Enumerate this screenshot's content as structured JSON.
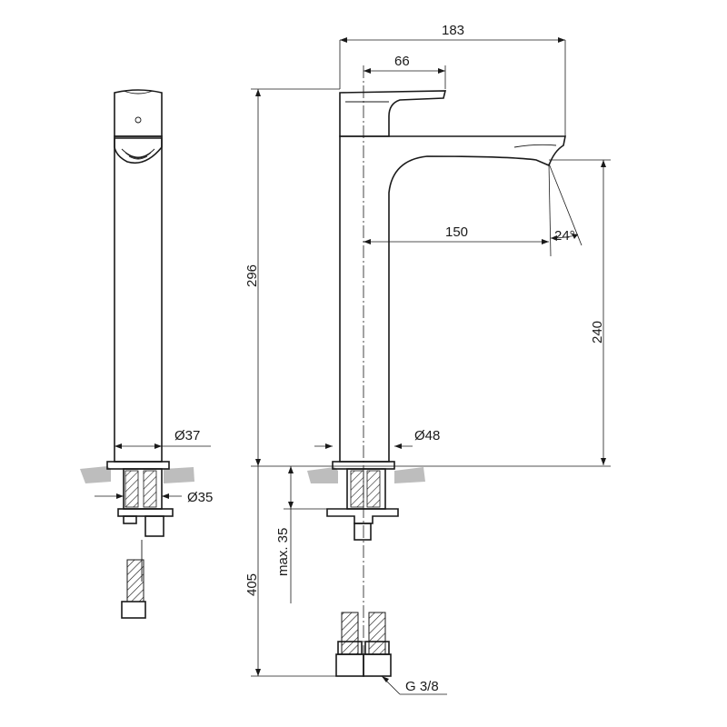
{
  "dimensions": {
    "total_width": "183",
    "lever_length": "66",
    "spout_reach": "150",
    "spray_angle": "24°",
    "spout_height": "240",
    "total_height": "296",
    "base_diameter_side": "Ø37",
    "thread_diameter": "Ø35",
    "base_diameter_front": "Ø48",
    "max_counter_thickness": "max. 35",
    "hose_length": "405",
    "hose_connection": "G 3/8"
  }
}
